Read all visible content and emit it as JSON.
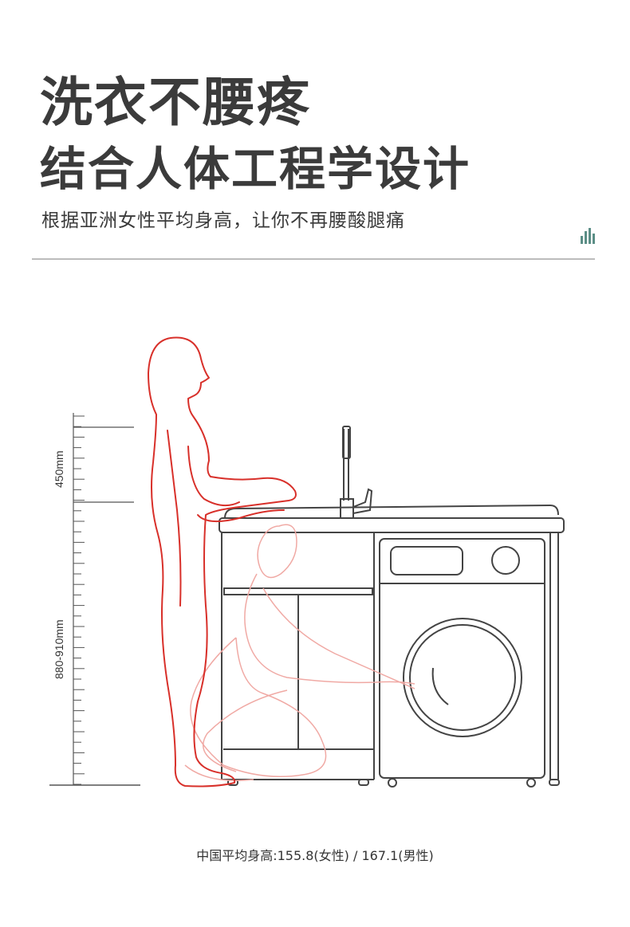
{
  "header": {
    "title_line1": "洗衣不腰疼",
    "title_line2": "结合人体工程学设计",
    "subtitle": "根据亚洲女性平均身高，让你不再腰酸腿痛",
    "icon": "bar-chart-icon"
  },
  "dimensions": {
    "upper_label": "450mm",
    "lower_label": "880-910mm"
  },
  "illustration": {
    "figure_color": "#d8302a",
    "ghost_color": "#f0a9a4",
    "line_color": "#444444",
    "accent_color": "#5b8e86"
  },
  "footer": {
    "note": "中国平均身高:155.8(女性)  /   167.1(男性)"
  }
}
